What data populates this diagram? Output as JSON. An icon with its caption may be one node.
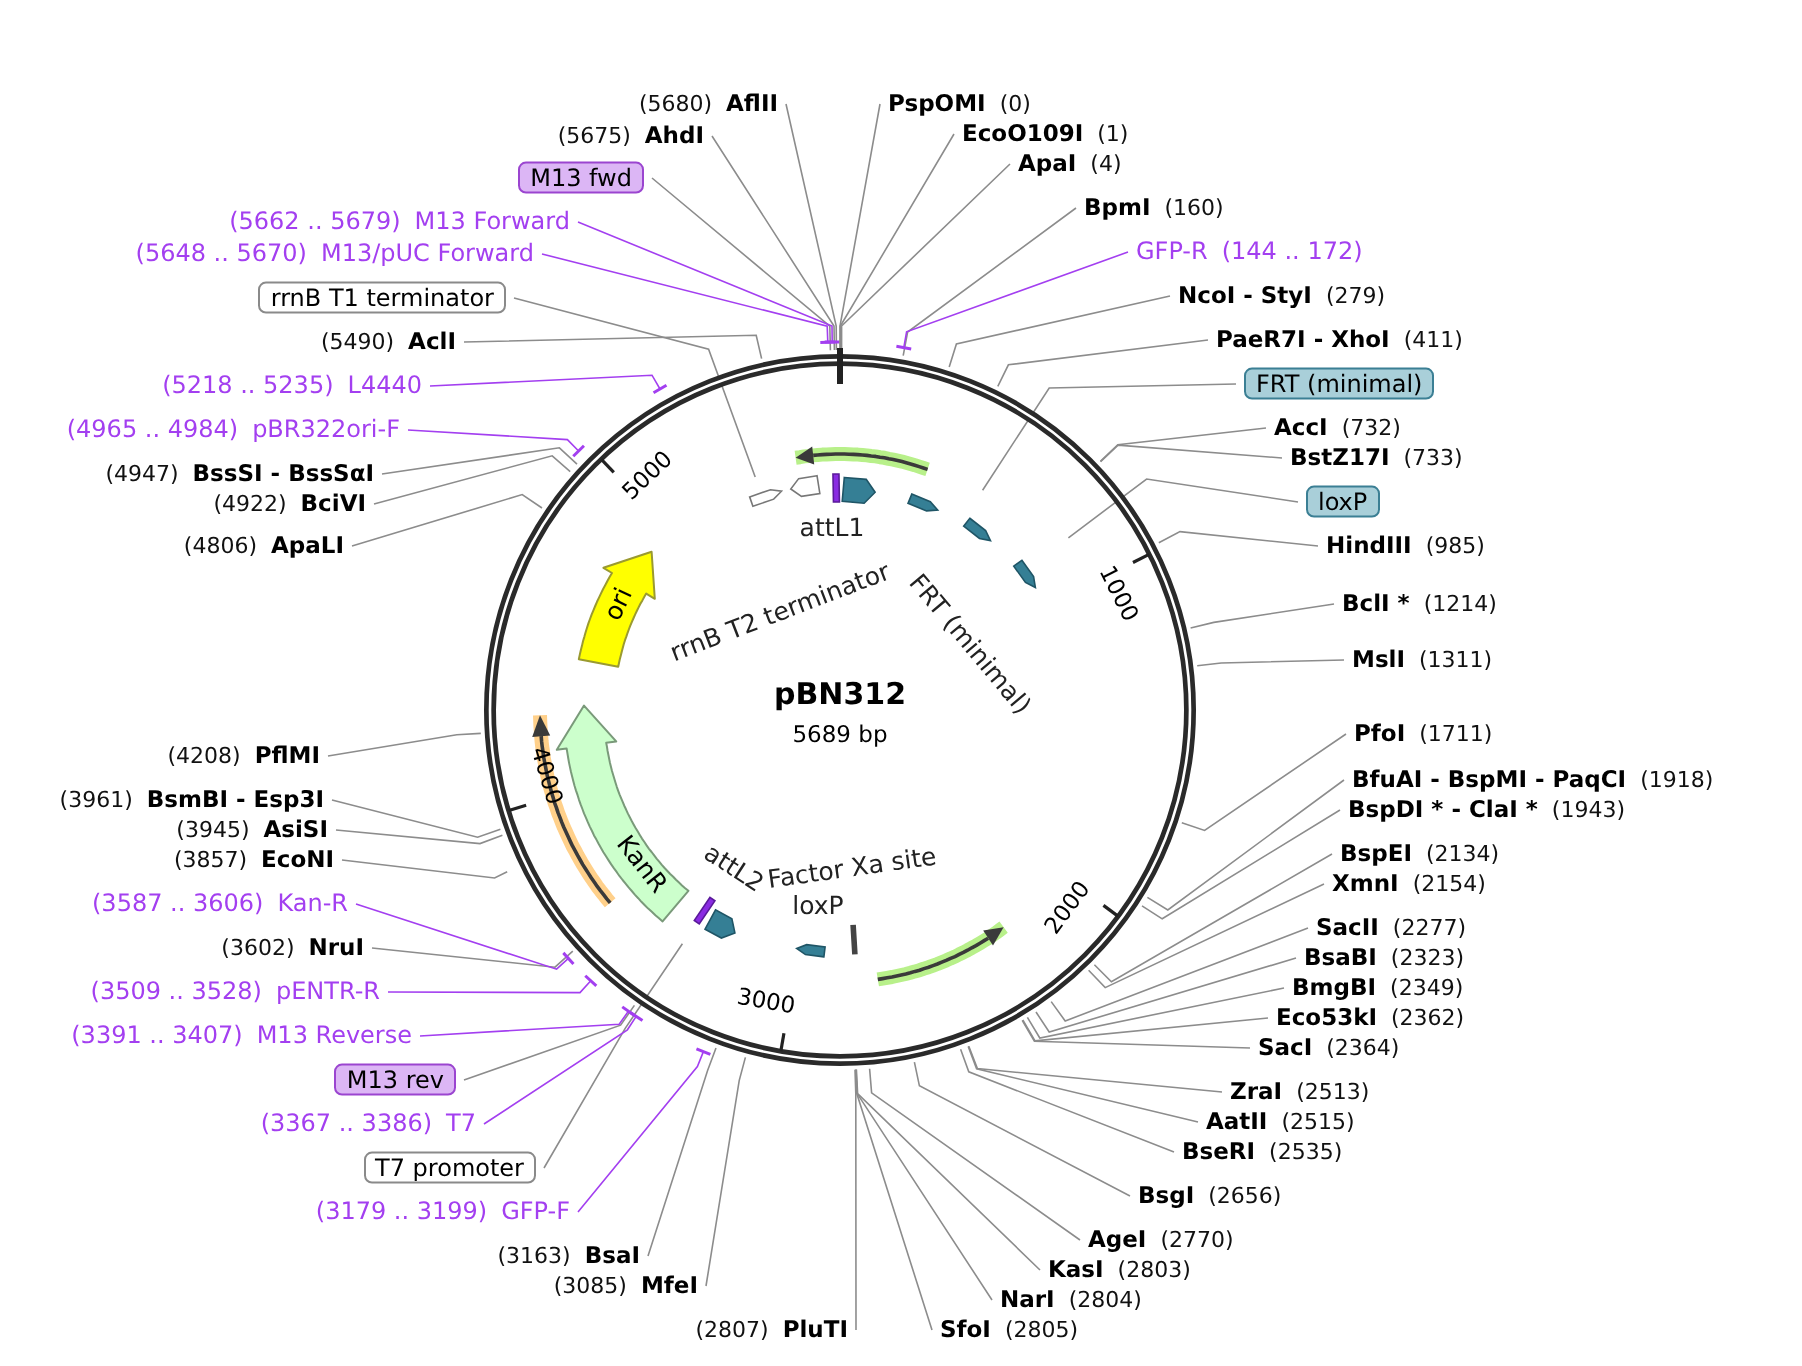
{
  "diagram": {
    "title": "pBN312",
    "nodes": [
      {
        "text": [
          "(5680)",
          "AflII"
        ]
      },
      {
        "text": [
          "(5675)",
          "AhdI"
        ]
      },
      {
        "text": [
          "M13 fwd"
        ]
      },
      {
        "text": [
          "(5662 .. 5679)",
          "M13 Forward"
        ]
      },
      {
        "text": [
          "(5648 .. 5670)",
          "M13/pUC Forward"
        ]
      },
      {
        "text": [
          "rrnB T1 terminator"
        ]
      },
      {
        "text": [
          "(5490)",
          "AclI"
        ]
      },
      {
        "text": [
          "(5218 .. 5235)",
          "L4440"
        ]
      },
      {
        "text": [
          "(4965 .. 4984)",
          "pBR322ori-F"
        ]
      },
      {
        "text": [
          "(4947)",
          "BssSI - BssSαI"
        ]
      },
      {
        "text": [
          "(4922)",
          "BciVI"
        ]
      },
      {
        "text": [
          "(4806)",
          "ApaLI"
        ]
      },
      {
        "text": [
          "PspOMI",
          "(0)"
        ]
      },
      {
        "text": [
          "EcoO109I",
          "(1)"
        ]
      },
      {
        "text": [
          "ApaI",
          "(4)"
        ]
      },
      {
        "text": [
          "BpmI",
          "(160)"
        ]
      },
      {
        "text": [
          "GFP-R",
          "(144 .. 172)"
        ]
      },
      {
        "text": [
          "NcoI - StyI",
          "(279)"
        ]
      },
      {
        "text": [
          "PaeR7I - XhoI",
          "(411)"
        ]
      },
      {
        "text": [
          "FRT (minimal)"
        ]
      },
      {
        "text": [
          "AccI",
          "(732)"
        ]
      },
      {
        "text": [
          "BstZ17I",
          "(733)"
        ]
      },
      {
        "text": [
          "loxP"
        ]
      },
      {
        "text": [
          "HindIII",
          "(985)"
        ]
      },
      {
        "text": [
          "BclI *",
          "(1214)"
        ]
      },
      {
        "text": [
          "MslI",
          "(1311)"
        ]
      },
      {
        "text": [
          "PfoI",
          "(1711)"
        ]
      },
      {
        "text": [
          "BfuAI - BspMI - PaqCI",
          "(1918)"
        ]
      },
      {
        "text": [
          "BspDI * - ClaI *",
          "(1943)"
        ]
      },
      {
        "text": [
          "BspEI",
          "(2134)"
        ]
      },
      {
        "text": [
          "XmnI",
          "(2154)"
        ]
      },
      {
        "text": [
          "SacII",
          "(2277)"
        ]
      },
      {
        "text": [
          "BsaBI",
          "(2323)"
        ]
      },
      {
        "text": [
          "BmgBI",
          "(2349)"
        ]
      },
      {
        "text": [
          "Eco53kI",
          "(2362)"
        ]
      },
      {
        "text": [
          "SacI",
          "(2364)"
        ]
      },
      {
        "text": [
          "ZraI",
          "(2513)"
        ]
      },
      {
        "text": [
          "AatII",
          "(2515)"
        ]
      },
      {
        "text": [
          "BseRI",
          "(2535)"
        ]
      },
      {
        "text": [
          "BsgI",
          "(2656)"
        ]
      },
      {
        "text": [
          "AgeI",
          "(2770)"
        ]
      },
      {
        "text": [
          "KasI",
          "(2803)"
        ]
      },
      {
        "text": [
          "NarI",
          "(2804)"
        ]
      },
      {
        "text": [
          "SfoI",
          "(2805)"
        ]
      },
      {
        "text": [
          "(2807)",
          "PluTI"
        ]
      },
      {
        "text": [
          "(3085)",
          "MfeI"
        ]
      },
      {
        "text": [
          "(3163)",
          "BsaI"
        ]
      },
      {
        "text": [
          "(3179 .. 3199)",
          "GFP-F"
        ]
      },
      {
        "text": [
          "T7 promoter"
        ]
      },
      {
        "text": [
          "(3367 .. 3386)",
          "T7"
        ]
      },
      {
        "text": [
          "M13 rev"
        ]
      },
      {
        "text": [
          "(3391 .. 3407)",
          "M13 Reverse"
        ]
      },
      {
        "text": [
          "(3509 .. 3528)",
          "pENTR-R"
        ]
      },
      {
        "text": [
          "(3602)",
          "NruI"
        ]
      },
      {
        "text": [
          "(3587 .. 3606)",
          "Kan-R"
        ]
      },
      {
        "text": [
          "(3857)",
          "EcoNI"
        ]
      },
      {
        "text": [
          "(3945)",
          "AsiSI"
        ]
      },
      {
        "text": [
          "(3961)",
          "BsmBI - Esp3I"
        ]
      },
      {
        "text": [
          "(4208)",
          "PflMI"
        ]
      },
      {
        "text": [
          "ori"
        ]
      },
      {
        "text": [
          "KanR"
        ]
      },
      {
        "text": [],
        "shape": "arrow"
      },
      {
        "text": [],
        "shape": "arrow"
      },
      {
        "text": [],
        "shape": "arrow"
      },
      {
        "text": [
          "rrnB T2 terminator"
        ]
      },
      {
        "text": [
          "attL1"
        ]
      },
      {
        "text": [
          "FRT (minimal)"
        ]
      },
      {
        "text": [
          "attL2"
        ]
      },
      {
        "text": [
          "Factor Xa site"
        ]
      },
      {
        "text": [
          "loxP"
        ]
      }
    ],
    "edges": [
      {
        "from": 0,
        "to": null,
        "arrow": "none"
      },
      {
        "from": 1,
        "to": null,
        "arrow": "none"
      },
      {
        "from": 2,
        "to": null,
        "arrow": "none"
      },
      {
        "from": 3,
        "to": null,
        "arrow": "other",
        "color": "#a33ff0"
      },
      {
        "from": 4,
        "to": null,
        "arrow": "other",
        "color": "#a33ff0"
      },
      {
        "from": 5,
        "to": null,
        "arrow": "none"
      },
      {
        "from": 6,
        "to": null,
        "arrow": "none"
      },
      {
        "from": 7,
        "to": null,
        "arrow": "other",
        "color": "#a33ff0"
      },
      {
        "from": 8,
        "to": null,
        "arrow": "other",
        "color": "#a33ff0"
      },
      {
        "from": 9,
        "to": null,
        "arrow": "none"
      },
      {
        "from": 10,
        "to": null,
        "arrow": "none"
      },
      {
        "from": 11,
        "to": null,
        "arrow": "none"
      },
      {
        "from": 12,
        "to": null,
        "arrow": "none"
      },
      {
        "from": 13,
        "to": null,
        "arrow": "none"
      },
      {
        "from": 14,
        "to": null,
        "arrow": "none"
      },
      {
        "from": 15,
        "to": null,
        "arrow": "none"
      },
      {
        "from": 16,
        "to": null,
        "arrow": "other",
        "color": "#a33ff0"
      },
      {
        "from": 17,
        "to": null,
        "arrow": "none"
      },
      {
        "from": 18,
        "to": null,
        "arrow": "none"
      },
      {
        "from": 19,
        "to": null,
        "arrow": "none"
      },
      {
        "from": 20,
        "to": null,
        "arrow": "none"
      },
      {
        "from": 21,
        "to": null,
        "arrow": "none"
      },
      {
        "from": 22,
        "to": null,
        "arrow": "none"
      },
      {
        "from": 23,
        "to": null,
        "arrow": "none"
      },
      {
        "from": 24,
        "to": null,
        "arrow": "none"
      },
      {
        "from": 25,
        "to": null,
        "arrow": "none"
      },
      {
        "from": 26,
        "to": null,
        "arrow": "none"
      },
      {
        "from": 27,
        "to": null,
        "arrow": "none"
      },
      {
        "from": 28,
        "to": null,
        "arrow": "none"
      },
      {
        "from": 29,
        "to": null,
        "arrow": "none"
      },
      {
        "from": 30,
        "to": null,
        "arrow": "none"
      },
      {
        "from": 31,
        "to": null,
        "arrow": "none"
      },
      {
        "from": 32,
        "to": null,
        "arrow": "none"
      },
      {
        "from": 33,
        "to": null,
        "arrow": "none"
      },
      {
        "from": 34,
        "to": null,
        "arrow": "none"
      },
      {
        "from": 35,
        "to": null,
        "arrow": "none"
      },
      {
        "from": 36,
        "to": null,
        "arrow": "none"
      },
      {
        "from": 37,
        "to": null,
        "arrow": "none"
      },
      {
        "from": 38,
        "to": null,
        "arrow": "none"
      },
      {
        "from": 39,
        "to": null,
        "arrow": "none"
      },
      {
        "from": 40,
        "to": null,
        "arrow": "none"
      },
      {
        "from": 41,
        "to": null,
        "arrow": "none"
      },
      {
        "from": 42,
        "to": null,
        "arrow": "none"
      },
      {
        "from": 43,
        "to": null,
        "arrow": "none"
      },
      {
        "from": 44,
        "to": null,
        "arrow": "none"
      },
      {
        "from": 45,
        "to": null,
        "arrow": "none"
      },
      {
        "from": 46,
        "to": null,
        "arrow": "none"
      },
      {
        "from": 47,
        "to": null,
        "arrow": "other",
        "color": "#a33ff0"
      },
      {
        "from": 48,
        "to": null,
        "arrow": "none"
      },
      {
        "from": 49,
        "to": null,
        "arrow": "other",
        "color": "#a33ff0"
      },
      {
        "from": 50,
        "to": null,
        "arrow": "none"
      },
      {
        "from": 51,
        "to": null,
        "arrow": "other",
        "color": "#a33ff0"
      },
      {
        "from": 52,
        "to": null,
        "arrow": "other",
        "color": "#a33ff0"
      },
      {
        "from": 53,
        "to": null,
        "arrow": "none"
      },
      {
        "from": 54,
        "to": null,
        "arrow": "other",
        "color": "#a33ff0"
      },
      {
        "from": 55,
        "to": null,
        "arrow": "none"
      },
      {
        "from": 56,
        "to": null,
        "arrow": "none"
      },
      {
        "from": 57,
        "to": null,
        "arrow": "none"
      },
      {
        "from": 58,
        "to": null,
        "arrow": "none"
      }
    ],
    "labels": [
      "5689 bp",
      "1000",
      "2000",
      "3000",
      "4000",
      "5000"
    ]
  }
}
